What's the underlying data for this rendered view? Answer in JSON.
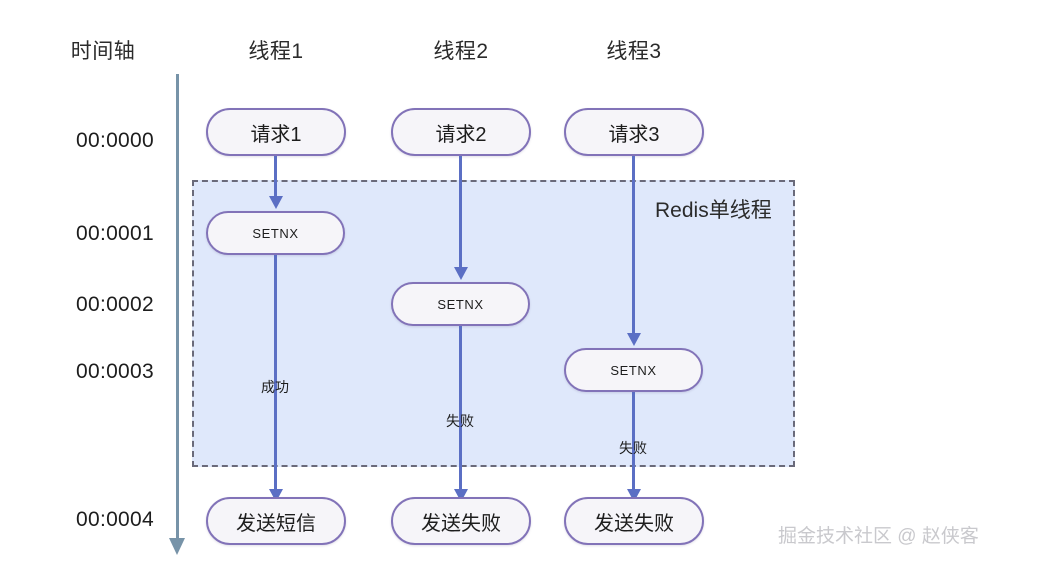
{
  "diagram": {
    "title": "Redis SETNX distributed lock timing diagram",
    "colors": {
      "region_fill": "#dfe8fb",
      "region_border": "#6a6a7a",
      "node_border": "#8273b8",
      "node_fill": "#f6f5f9",
      "arrow": "#5b6fc4",
      "axis": "#7793a8",
      "watermark": "#c9c9cd"
    },
    "axis": {
      "label": "时间轴",
      "ticks": [
        "00:0000",
        "00:0001",
        "00:0002",
        "00:0003",
        "00:0004"
      ]
    },
    "columns": [
      {
        "label": "线程1"
      },
      {
        "label": "线程2"
      },
      {
        "label": "线程3"
      }
    ],
    "region": {
      "label": "Redis单线程"
    },
    "nodes": {
      "requests": [
        "请求1",
        "请求2",
        "请求3"
      ],
      "setnx": [
        "SETNX",
        "SETNX",
        "SETNX"
      ],
      "results": [
        "发送短信",
        "发送失败",
        "发送失败"
      ]
    },
    "edge_labels": [
      "成功",
      "失败",
      "失败"
    ],
    "watermark": "掘金技术社区 @ 赵侠客"
  }
}
